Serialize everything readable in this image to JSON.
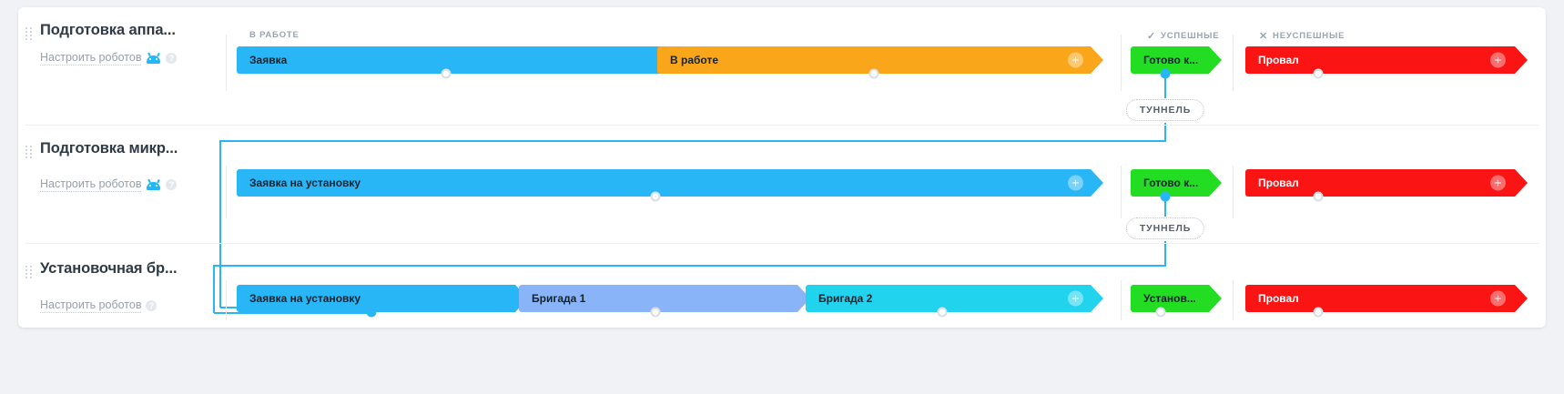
{
  "board": {
    "columns": [
      {
        "id": "in-progress",
        "label": "В РАБОТЕ",
        "icon": "none"
      },
      {
        "id": "successful",
        "label": "УСПЕШНЫЕ",
        "icon": "check-icon"
      },
      {
        "id": "unsuccessful",
        "label": "НЕУСПЕШНЫЕ",
        "icon": "close-icon"
      }
    ],
    "robots_label": "Настроить роботов",
    "tunnel_label": "ТУННЕЛЬ",
    "plus_glyph": "+",
    "check_glyph": "✓",
    "close_glyph": "✕",
    "help_glyph": "?",
    "colors": {
      "blue": "#29b6f6",
      "orange": "#faa61a",
      "green": "#22dd22",
      "red": "#fa1414",
      "lightblue": "#8ab4f8",
      "cyan": "#22d3ee",
      "wire": "#29b6f6",
      "page_bg": "#f0f2f5",
      "card_bg": "#ffffff"
    },
    "rows": [
      {
        "id": "row-1",
        "title": "Подготовка аппа...",
        "has_robot_icon": true,
        "stages": [
          {
            "label": "Заявка",
            "color": "blue",
            "column": "in-progress",
            "has_plus": false
          },
          {
            "label": "В работе",
            "color": "orange",
            "column": "in-progress",
            "has_plus": true
          }
        ],
        "success": {
          "label": "Готово к...",
          "color": "green"
        },
        "failure": {
          "label": "Провал",
          "color": "red",
          "has_plus": true
        },
        "tunnel": true
      },
      {
        "id": "row-2",
        "title": "Подготовка микр...",
        "has_robot_icon": true,
        "stages": [
          {
            "label": "Заявка на установку",
            "color": "blue",
            "column": "in-progress",
            "has_plus": true
          }
        ],
        "success": {
          "label": "Готово к...",
          "color": "green"
        },
        "failure": {
          "label": "Провал",
          "color": "red",
          "has_plus": true
        },
        "tunnel": true
      },
      {
        "id": "row-3",
        "title": "Установочная бр...",
        "has_robot_icon": false,
        "stages": [
          {
            "label": "Заявка на установку",
            "color": "blue",
            "column": "in-progress",
            "has_plus": false
          },
          {
            "label": "Бригада 1",
            "color": "lightblue",
            "column": "in-progress",
            "has_plus": false
          },
          {
            "label": "Бригада 2",
            "color": "cyan",
            "column": "in-progress",
            "has_plus": true
          }
        ],
        "success": {
          "label": "Установ...",
          "color": "green"
        },
        "failure": {
          "label": "Провал",
          "color": "red",
          "has_plus": true
        },
        "tunnel": false
      }
    ]
  }
}
